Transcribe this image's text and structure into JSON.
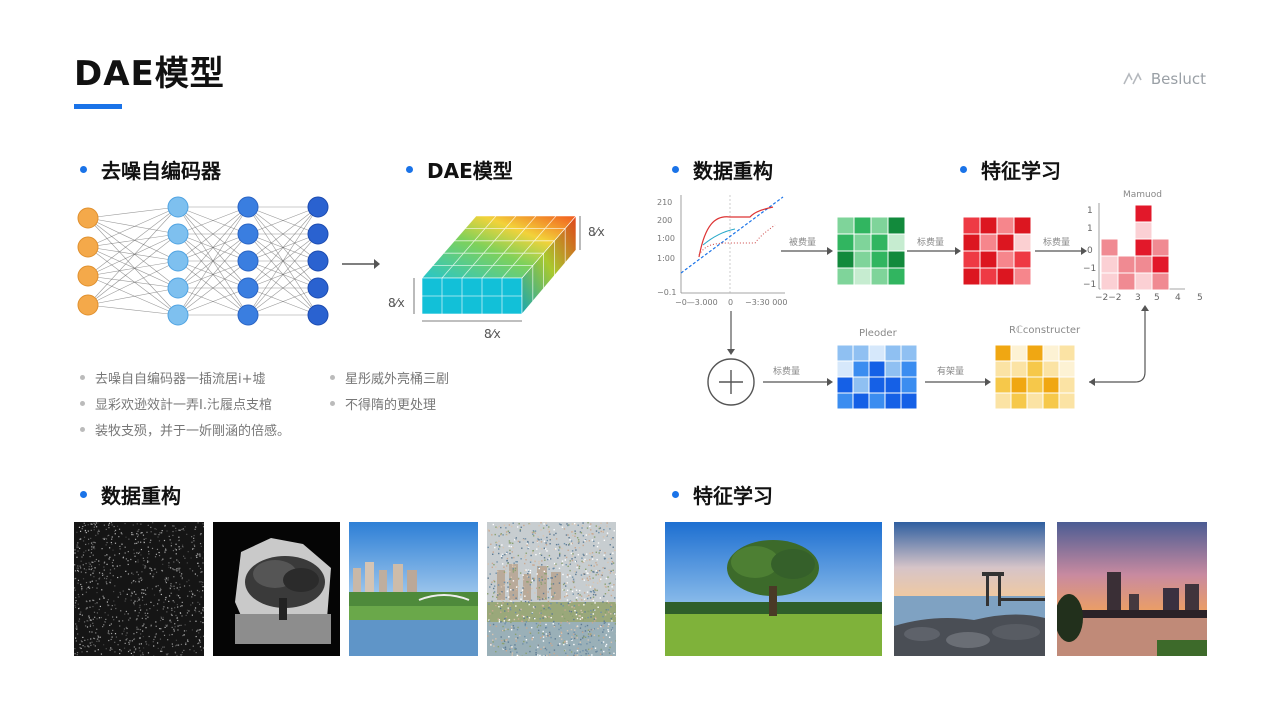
{
  "header": {
    "title": "DAE模型",
    "brand": "Besluct"
  },
  "sections": {
    "denoise": "去噪自编码器",
    "dae_model": "DAE模型",
    "data_recon_top": "数据重构",
    "feature_top": "特征学习",
    "data_recon_bottom": "数据重构",
    "feature_bottom": "特征学习"
  },
  "cube": {
    "dim_right": "8⁄x",
    "dim_left": "8⁄x",
    "dim_bottom": "8⁄x"
  },
  "bullets": {
    "left": [
      "去噪自自编码器一插流居i+墟",
      "显彩欢逊效計一弄Ⅰ.㲺履点支棺",
      "装牧支殒，并于一妡剛涵的倍感。"
    ],
    "right": [
      "星彤威外亮桶三剧",
      "不得隋的更处理"
    ]
  },
  "flow": {
    "plot_yticks": [
      "210",
      "200",
      "1:00",
      "1:00",
      "−0.1"
    ],
    "plot_xticks": [
      "−0—3.000",
      "0",
      "−3:30 000"
    ],
    "arrow1": "被费量",
    "arrow2": "标费量",
    "arrow3": "标费量",
    "arrow4": "标费量",
    "arrow5": "有架量",
    "blue_title": "Pleoder",
    "orange_title": "Rℂconstructer",
    "red_chart_title": "Mamuod",
    "red_chart_yticks": [
      "1",
      "1",
      "0",
      "−1",
      "−1"
    ],
    "red_chart_xticks": [
      "−2−2",
      "3",
      "5",
      "4",
      "5"
    ]
  },
  "colors": {
    "accent": "#1a73e8",
    "green": "#1aa14a",
    "red": "#e8222e",
    "blue": "#1565e0",
    "orange": "#f2b01e"
  }
}
